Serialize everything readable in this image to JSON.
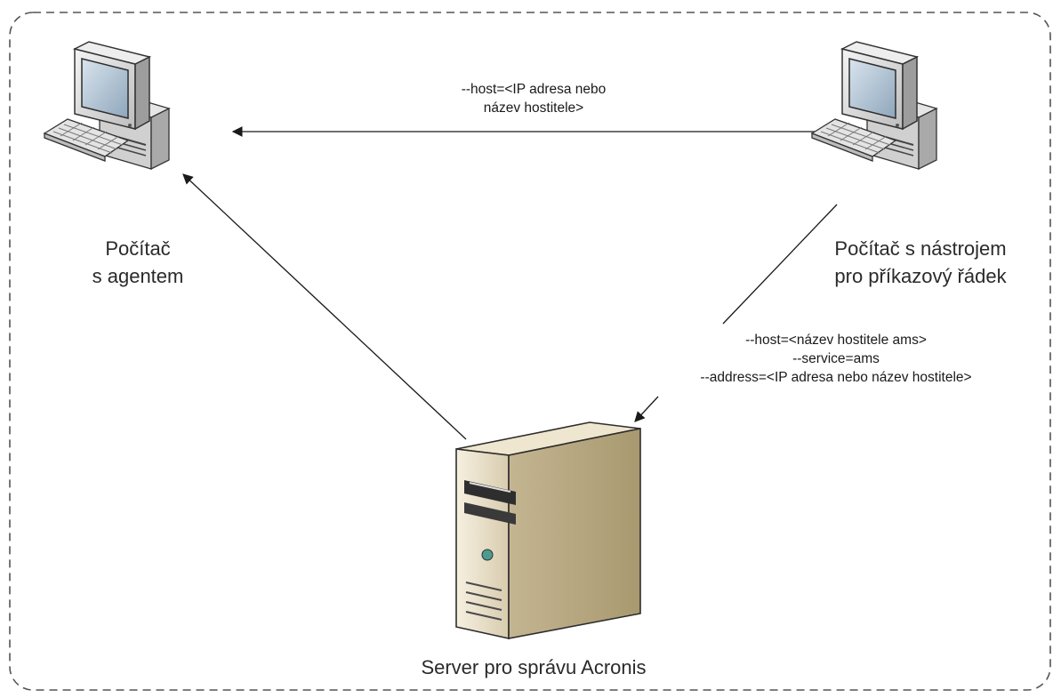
{
  "nodes": {
    "agent_pc": {
      "lines": [
        "Počítač",
        "s agentem"
      ]
    },
    "cli_pc": {
      "lines": [
        "Počítač s nástrojem",
        "pro příkazový řádek"
      ]
    },
    "server": {
      "label": "Server pro správu Acronis"
    }
  },
  "edges": {
    "cli_to_agent": {
      "lines": [
        "--host=<IP adresa nebo",
        "název hostitele>"
      ]
    },
    "cli_to_server": {
      "lines": [
        "--host=<název hostitele ams>",
        "--service=ams",
        "--address=<IP adresa nebo název hostitele>"
      ]
    },
    "server_to_agent": {}
  },
  "colors": {
    "border": "#555555",
    "connector": "#1a1a1a",
    "monitor_body": "#dedede",
    "monitor_screen": "#a8bccd",
    "server_body": "#e6dcc4",
    "server_led": "#4f9b8a"
  },
  "icons": {
    "agent_pc": "desktop-computer-icon",
    "cli_pc": "desktop-computer-icon",
    "server": "tower-server-icon"
  }
}
